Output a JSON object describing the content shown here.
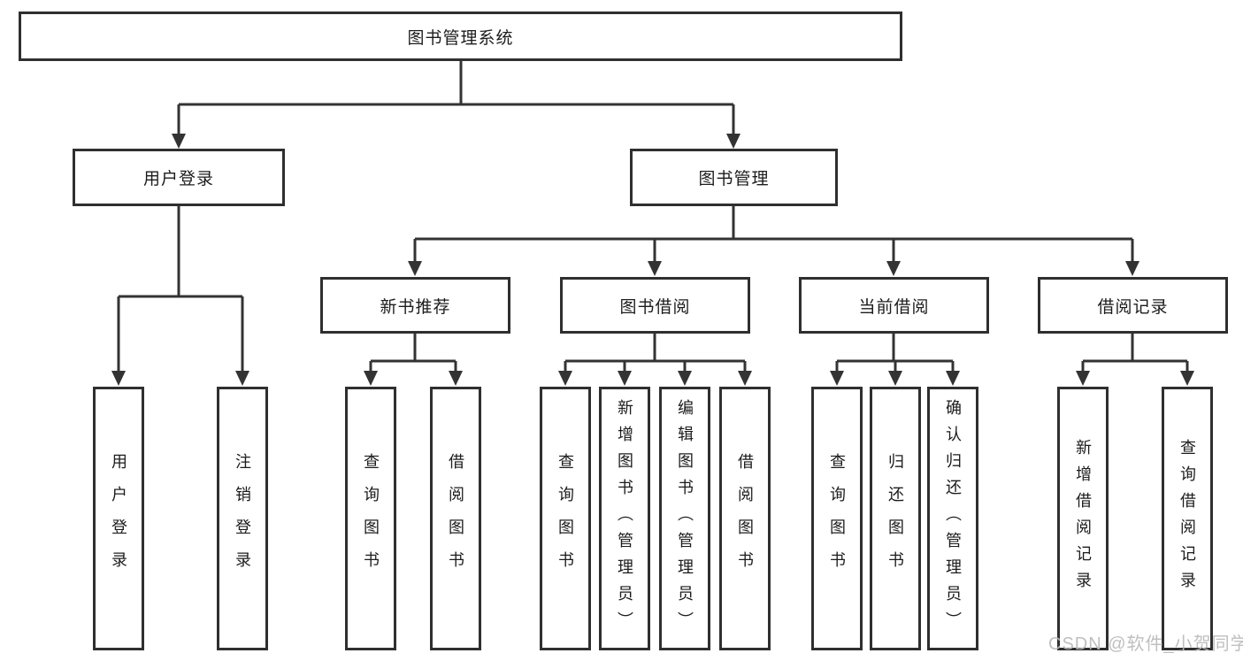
{
  "diagram": {
    "watermark": "CSDN @软件_小贺同学",
    "colors": {
      "background": "#ffffff",
      "line": "#333333",
      "box_border": "#2f2f2f",
      "text": "#1c1c1c",
      "watermark": "#bababa"
    },
    "tree": {
      "label": "图书管理系统",
      "children": [
        {
          "label": "用户登录",
          "children": [
            {
              "label": "用户登录"
            },
            {
              "label": "注销登录"
            }
          ]
        },
        {
          "label": "图书管理",
          "children": [
            {
              "label": "新书推荐",
              "children": [
                {
                  "label": "查询图书"
                },
                {
                  "label": "借阅图书"
                }
              ]
            },
            {
              "label": "图书借阅",
              "children": [
                {
                  "label": "查询图书"
                },
                {
                  "label": "新增图书（管理员）"
                },
                {
                  "label": "编辑图书（管理员）"
                },
                {
                  "label": "借阅图书"
                }
              ]
            },
            {
              "label": "当前借阅",
              "children": [
                {
                  "label": "查询图书"
                },
                {
                  "label": "归还图书"
                },
                {
                  "label": "确认归还（管理员）"
                }
              ]
            },
            {
              "label": "借阅记录",
              "children": [
                {
                  "label": "新增借阅记录"
                },
                {
                  "label": "查询借阅记录"
                }
              ]
            }
          ]
        }
      ]
    }
  }
}
